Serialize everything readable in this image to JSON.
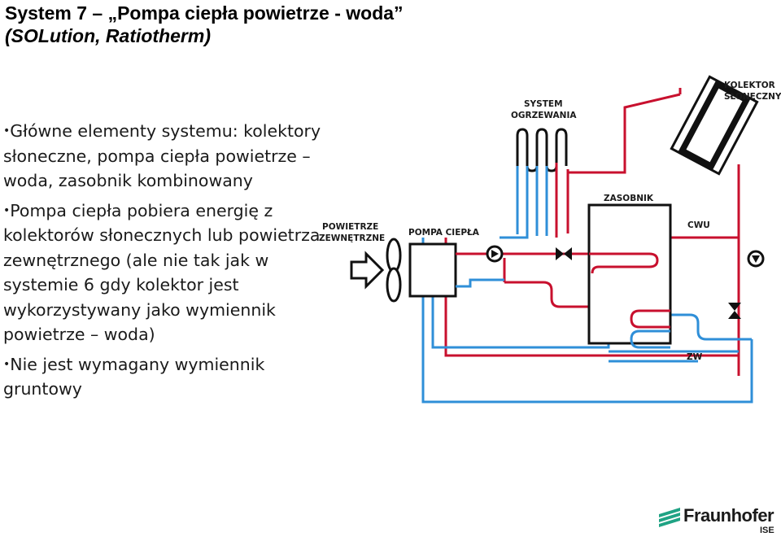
{
  "title": {
    "line1": "System 7 – „Pompa ciepła powietrze - woda”",
    "line2": "(SOLution, Ratiotherm)"
  },
  "bullets": [
    "Główne elementy systemu: kolektory słoneczne, pompa ciepła powietrze – woda, zasobnik kombinowany",
    "Pompa ciepła pobiera energię z kolektorów słonecznych lub powietrza zewnętrznego (ale nie tak jak w systemie 6 gdy kolektor jest wykorzystywany jako wymiennik powietrze – woda)",
    "Nie jest wymagany wymiennik gruntowy"
  ],
  "diagram": {
    "labels": {
      "system_l1": "SYSTEM",
      "system_l2": "OGRZEWANIA",
      "kolektor_l1": "KOLEKTOR",
      "kolektor_l2": "SŁONECZNY",
      "zasobnik": "ZASOBNIK",
      "powietrze_l1": "POWIETRZE",
      "powietrze_l2": "ZEWNĘTRZNE",
      "pompa": "POMPA CIEPŁA",
      "cwu": "CWU",
      "zw": "ZW"
    },
    "colors": {
      "hot": "#c8102e",
      "cold": "#2f8fd8",
      "outline": "#111111"
    }
  },
  "logo": {
    "name": "Fraunhofer",
    "sub": "ISE",
    "icon": "fraunhofer-logo-icon"
  }
}
